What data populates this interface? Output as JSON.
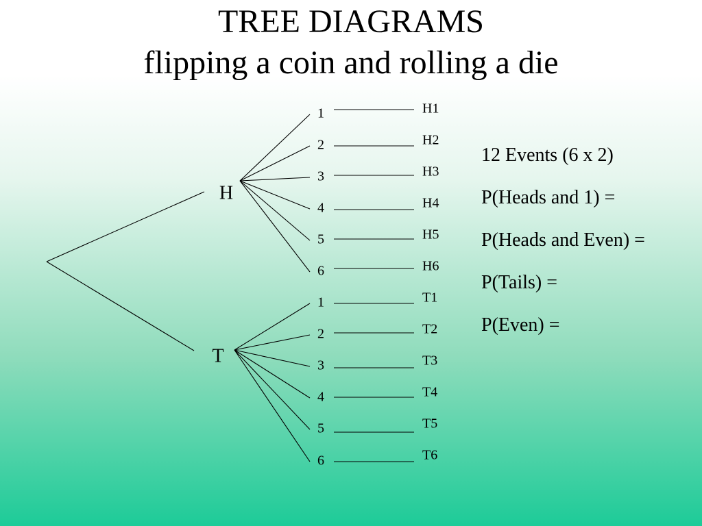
{
  "title": {
    "line1": "TREE DIAGRAMS",
    "line2": "flipping a coin and rolling a die"
  },
  "tree": {
    "branches": [
      {
        "coin": "H",
        "rolls": [
          "1",
          "2",
          "3",
          "4",
          "5",
          "6"
        ],
        "outcomes": [
          "H1",
          "H2",
          "H3",
          "H4",
          "H5",
          "H6"
        ]
      },
      {
        "coin": "T",
        "rolls": [
          "1",
          "2",
          "3",
          "4",
          "5",
          "6"
        ],
        "outcomes": [
          "T1",
          "T2",
          "T3",
          "T4",
          "T5",
          "T6"
        ]
      }
    ]
  },
  "events": {
    "total": "12 Events (6 x 2)",
    "questions": [
      "P(Heads and 1) =",
      "P(Heads and Even) =",
      "P(Tails) =",
      "P(Even) ="
    ]
  }
}
